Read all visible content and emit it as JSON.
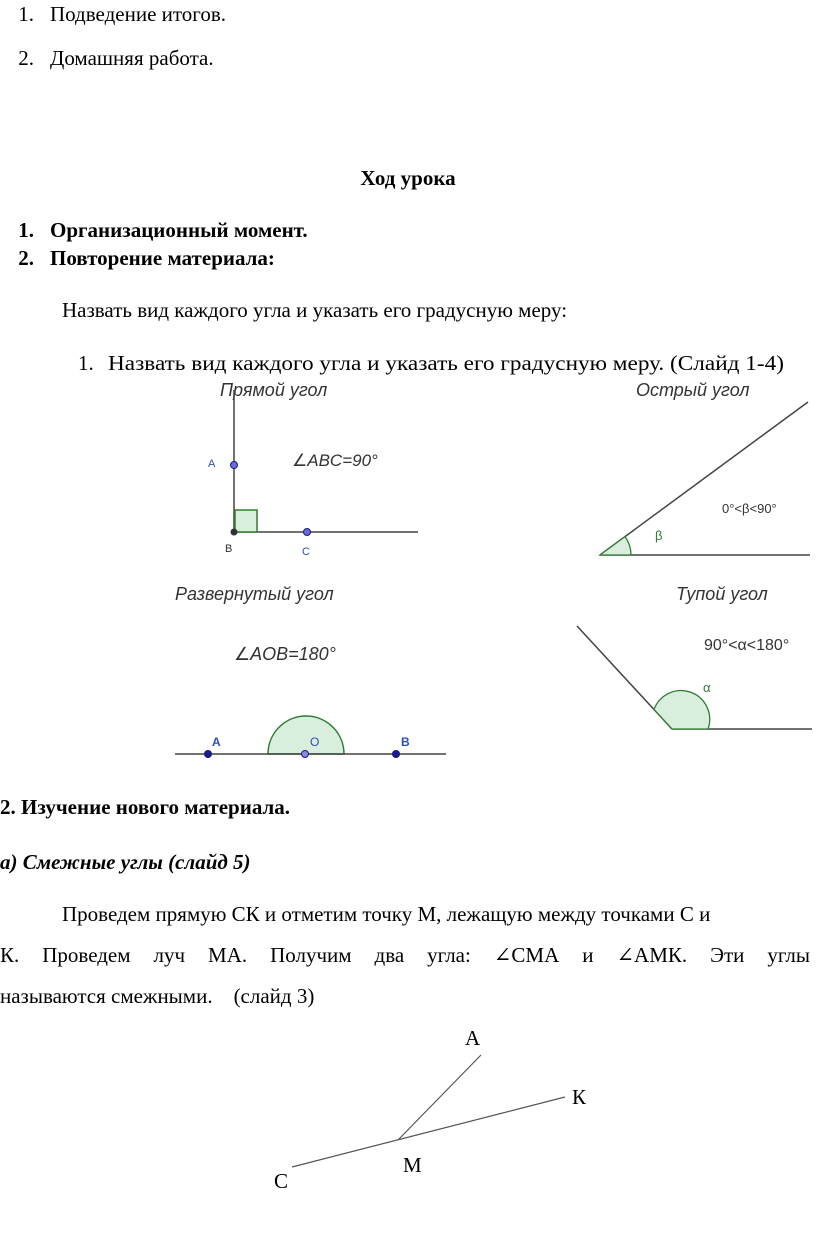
{
  "top_list": [
    {
      "num": "1.",
      "text": "Подведение итогов."
    },
    {
      "num": "2.",
      "text": "Домашняя работа."
    }
  ],
  "lesson_heading": "Ход урока",
  "stages": [
    {
      "num": "1.",
      "text": "Организационный момент."
    },
    {
      "num": "2.",
      "text": "Повторение материала:"
    }
  ],
  "task_text": "Назвать вид каждого угла и указать его градусную меру:",
  "figure1": {
    "slide_title_num": "1.",
    "slide_title": "Назвать вид каждого угла и указать его градусную меру. (Слайд 1-4)",
    "right_angle": {
      "title": "Прямой угол",
      "formula": "∠ABC=90°",
      "A": "A",
      "B": "B",
      "C": "C"
    },
    "acute_angle": {
      "title": "Острый угол",
      "formula": "0°<β<90°",
      "beta": "β"
    },
    "straight_angle": {
      "title": "Развернутый угол",
      "formula": "∠AOB=180°",
      "A": "A",
      "O": "O",
      "B": "B"
    },
    "obtuse_angle": {
      "title": "Тупой угол",
      "formula": "90°<α<180°",
      "alpha": "α"
    }
  },
  "section2_heading": "2. Изучение нового материала.",
  "subsection_a": "а) Смежные углы (слайд 5)",
  "paragraph": {
    "line1": "Проведем прямую СК и отметим точку М, лежащую между точками С и",
    "line2_parts": [
      "К.",
      "Проведем",
      "луч",
      "МА.",
      "Получим",
      "два",
      "угла:",
      "∠СМА",
      "и",
      "∠АМК.",
      "Эти",
      "углы"
    ],
    "line3": "называются смежными.    (слайд 3)"
  },
  "figure2": {
    "A": "А",
    "K": "К",
    "M": "М",
    "C": "С"
  },
  "colors": {
    "angle_fill": "#d9eedd",
    "angle_stroke": "#2e7d32",
    "point_blue": "#1a1a8a",
    "label_blue": "#2b4fb5"
  }
}
